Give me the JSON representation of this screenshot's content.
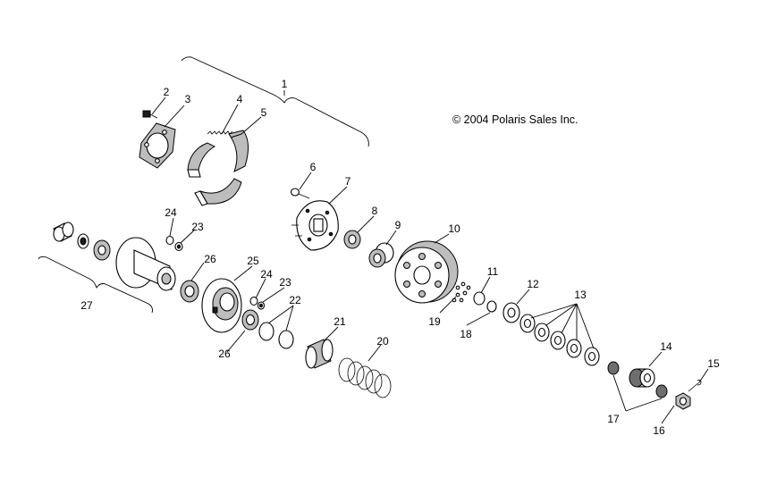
{
  "copyright": "© 2004 Polaris Sales Inc.",
  "callouts": {
    "c1": "1",
    "c2": "2",
    "c3": "3",
    "c4": "4",
    "c5": "5",
    "c6": "6",
    "c7": "7",
    "c8": "8",
    "c9": "9",
    "c10": "10",
    "c11": "11",
    "c12": "12",
    "c13": "13",
    "c14": "14",
    "c15": "15",
    "c16": "16",
    "c17": "17",
    "c18": "18",
    "c19": "19",
    "c20": "20",
    "c21": "21",
    "c22": "22",
    "c23a": "23",
    "c23b": "23",
    "c24a": "24",
    "c24b": "24",
    "c25": "25",
    "c26a": "26",
    "c26b": "26",
    "c27": "27"
  }
}
